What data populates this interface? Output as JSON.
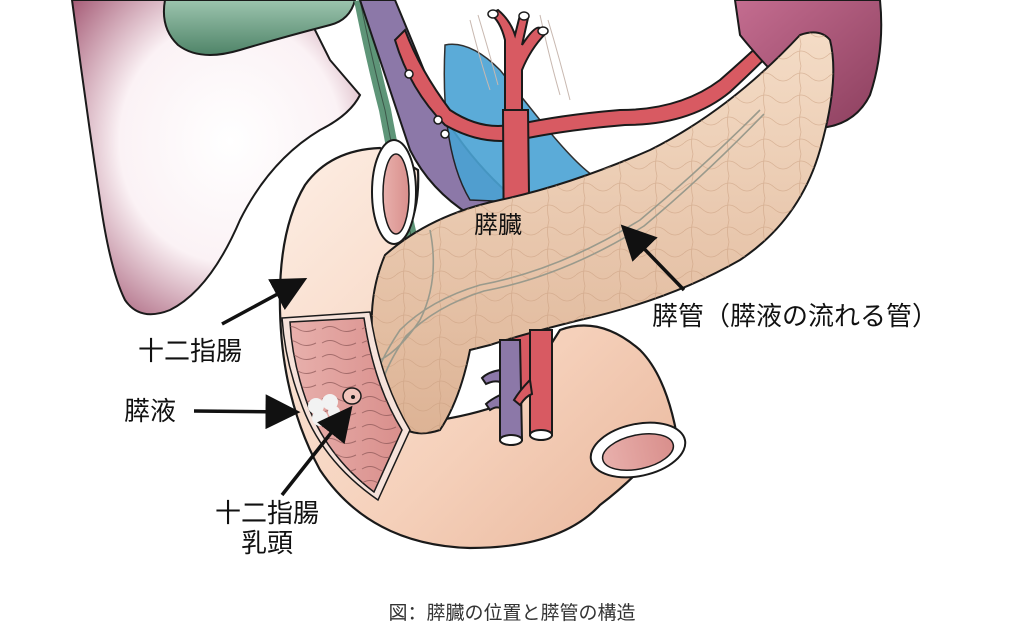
{
  "figure": {
    "caption": "図：膵臓の位置と膵管の構造",
    "labels": {
      "pancreas": "膵臓",
      "pancreatic_duct": "膵管（膵液の流れる管）",
      "duodenum": "十二指腸",
      "pancreatic_juice": "膵液",
      "duodenal_papilla_line1": "十二指腸",
      "duodenal_papilla_line2": "乳頭"
    },
    "colors": {
      "liver": "#f7e9ee",
      "liver_shade": "#a86078",
      "gallbladder": "#5e9578",
      "vein": "#8c78a8",
      "artery": "#d85a62",
      "aorta_bg": "#4aa3d4",
      "pancreas": "#ecc8aa",
      "duodenum": "#f6d4c0",
      "mucosa": "#e4a9a4",
      "spleen": "#b45b7e",
      "outline": "#1a1a1a",
      "duct": "#9a9a8c"
    }
  }
}
